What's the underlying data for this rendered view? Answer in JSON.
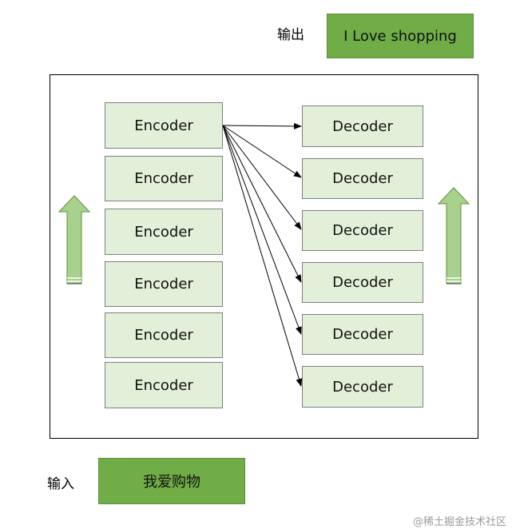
{
  "output_label": "输出",
  "output_text": "I Love shopping",
  "input_label": "输入",
  "input_text": "我爱购物",
  "encoders": [
    "Encoder",
    "Encoder",
    "Encoder",
    "Encoder",
    "Encoder",
    "Encoder"
  ],
  "decoders": [
    "Decoder",
    "Decoder",
    "Decoder",
    "Decoder",
    "Decoder",
    "Decoder"
  ],
  "watermark": "@稀土掘金技术社区",
  "colors": {
    "dark_green": "#70ad47",
    "light_green": "#e2efd9",
    "arrow_fill": "#a9d18e"
  }
}
